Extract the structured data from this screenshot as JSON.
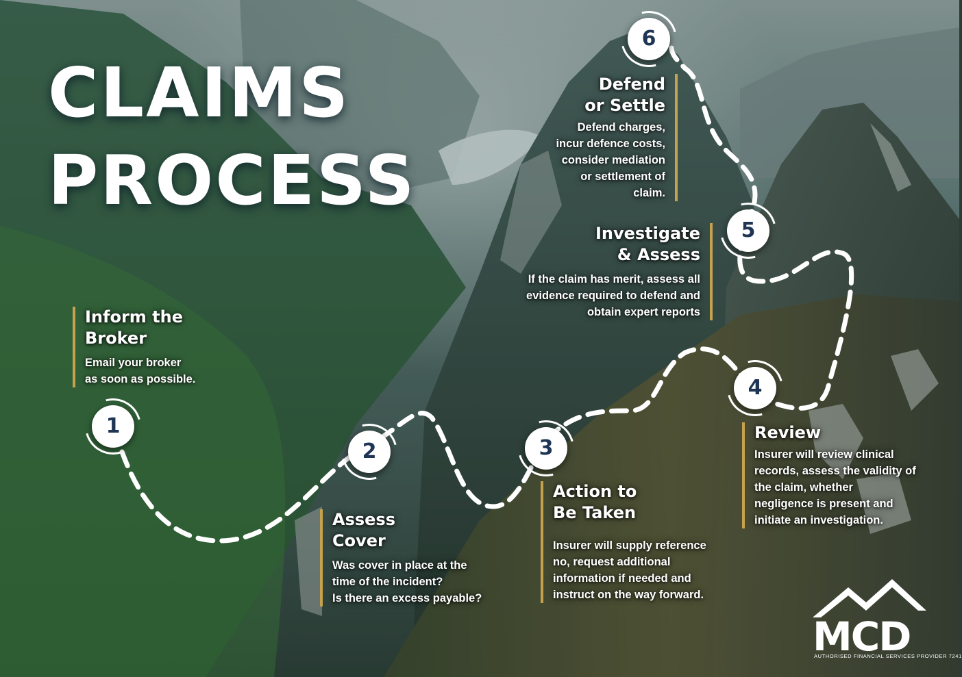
{
  "title": {
    "line1": "CLAIMS",
    "line2": "PROCESS"
  },
  "steps": [
    {
      "number": "1",
      "heading": [
        "Inform the",
        "Broker"
      ],
      "text": [
        "Email your broker",
        "as soon as possible."
      ]
    },
    {
      "number": "2",
      "heading": [
        "Assess",
        "Cover"
      ],
      "text": [
        "Was cover in place at the",
        "time of the incident?",
        "Is there an excess payable?"
      ]
    },
    {
      "number": "3",
      "heading": [
        "Action to",
        "Be Taken"
      ],
      "text": [
        "Insurer will supply reference",
        "no, request additional",
        "information if needed and",
        "instruct on the way forward."
      ]
    },
    {
      "number": "4",
      "heading": [
        "Review"
      ],
      "text": [
        "Insurer will review clinical",
        "records, assess the validity of",
        "the claim, whether",
        "negligence is present and",
        "initiate an investigation."
      ]
    },
    {
      "number": "5",
      "heading": [
        "Investigate",
        "& Assess"
      ],
      "text": [
        "If the claim has merit, assess all",
        "evidence required to defend and",
        "obtain expert reports"
      ]
    },
    {
      "number": "6",
      "heading": [
        "Defend",
        "or Settle"
      ],
      "text": [
        "Defend charges,",
        "incur defence costs,",
        "consider mediation",
        "or settlement of",
        "claim."
      ]
    }
  ],
  "logo": {
    "text": "MCD",
    "tagline": "AUTHORISED FINANCIAL SERVICES PROVIDER 7241"
  },
  "colors": {
    "accent": "#c7a24e",
    "badge_text": "#1f3554",
    "path": "#ffffff"
  }
}
